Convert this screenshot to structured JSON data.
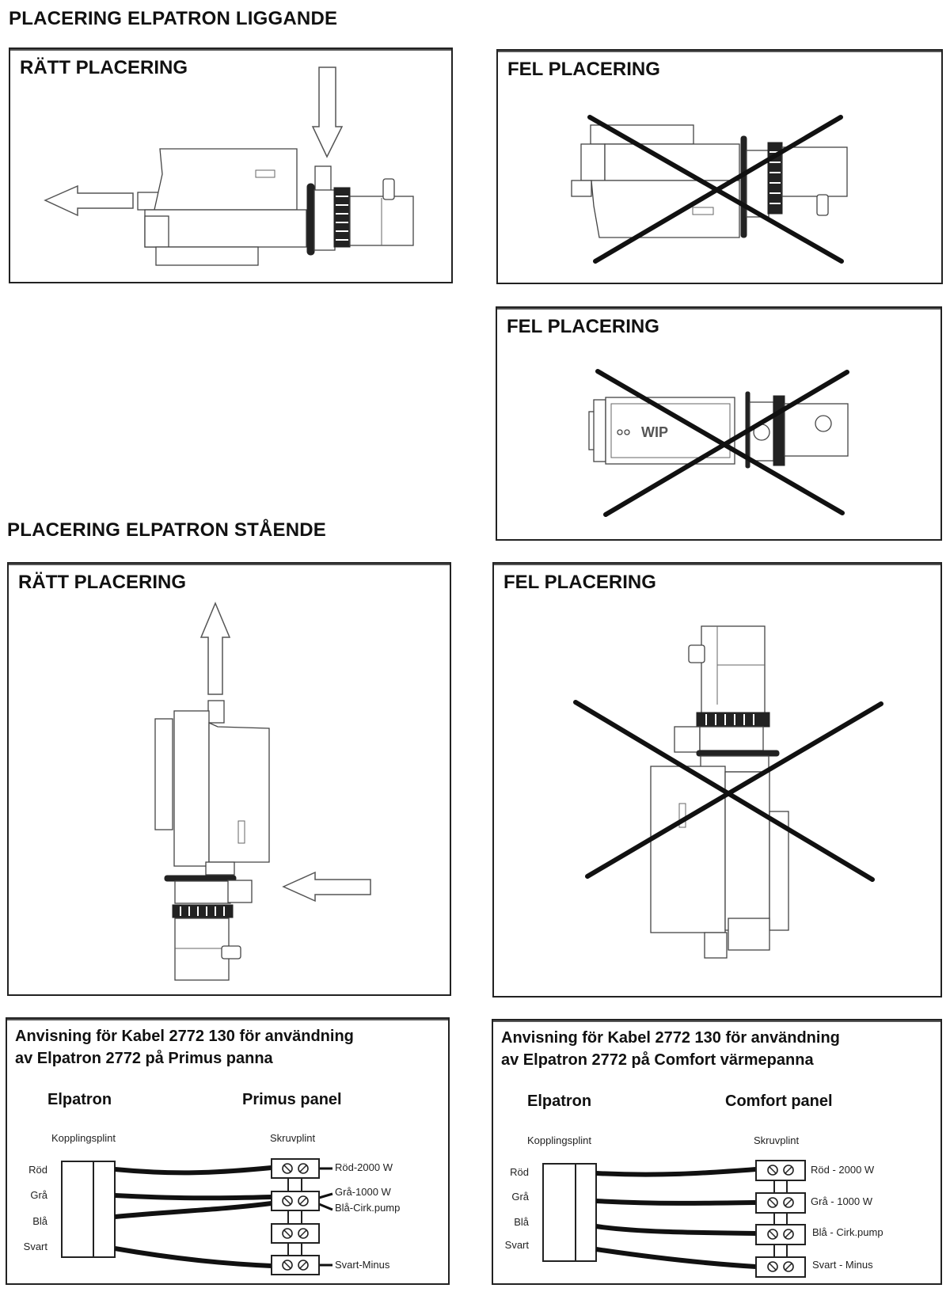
{
  "sections": {
    "horizontal_title": "PLACERING ELPATRON LIGGANDE",
    "vertical_title": "PLACERING ELPATRON STÅENDE"
  },
  "panels": {
    "horizontal_correct": {
      "label": "RÄTT PLACERING",
      "status": "correct"
    },
    "horizontal_wrong_1": {
      "label": "FEL PLACERING",
      "status": "wrong"
    },
    "horizontal_wrong_2": {
      "label": "FEL PLACERING",
      "status": "wrong"
    },
    "vertical_correct": {
      "label": "RÄTT PLACERING",
      "status": "correct"
    },
    "vertical_wrong": {
      "label": "FEL PLACERING",
      "status": "wrong"
    }
  },
  "wiring": [
    {
      "title_line1": "Anvisning för Kabel 2772 130 för användning",
      "title_line2": "av Elpatron 2772 på Primus panna",
      "left_heading": "Elpatron",
      "right_heading": "Primus panel",
      "left_block_label": "Kopplingsplint",
      "right_block_label": "Skruvplint",
      "wire_colors": [
        "Röd",
        "Grå",
        "Blå",
        "Svart"
      ],
      "terminal_labels": [
        "Röd-2000 W",
        "Grå-1000 W",
        "Blå-Cirk.pump",
        "Svart-Minus"
      ],
      "terminal_count": 4
    },
    {
      "title_line1": "Anvisning för Kabel 2772 130 för användning",
      "title_line2": "av Elpatron 2772 på Comfort värmepanna",
      "left_heading": "Elpatron",
      "right_heading": "Comfort panel",
      "left_block_label": "Kopplingsplint",
      "right_block_label": "Skruvplint",
      "wire_colors": [
        "Röd",
        "Grå",
        "Blå",
        "Svart"
      ],
      "terminal_labels": [
        "Röd - 2000 W",
        "Grå - 1000 W",
        "Blå - Cirk.pump",
        "Svart - Minus"
      ],
      "terminal_count": 4
    }
  ],
  "icons": {
    "flow_arrow": "arrow-icon",
    "wrong_mark": "cross-out-icon",
    "screw": "screw-icon"
  }
}
